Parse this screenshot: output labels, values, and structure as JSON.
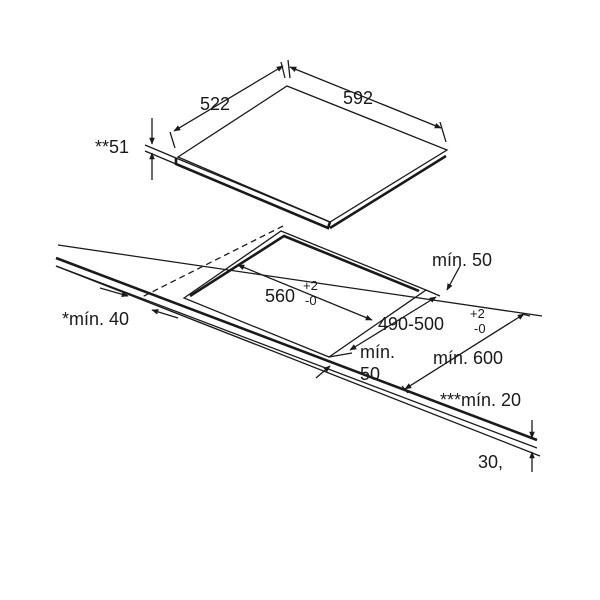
{
  "dimensions": {
    "hob_depth": "522",
    "hob_width": "592",
    "hob_height": "**51",
    "cutout_width": "560",
    "cutout_width_tol_upper": "+2",
    "cutout_width_tol_lower": "-0",
    "cutout_depth": "490-500",
    "cutout_depth_tol_upper": "+2",
    "cutout_depth_tol_lower": "-0",
    "min_back": "mín. 50",
    "min_side": "*mín. 40",
    "min_front_line1": "mín.",
    "min_front_line2": "50",
    "min_worktop_depth": "mín. 600",
    "min_worktop_thickness": "***mín. 20",
    "worktop_note": "30,"
  },
  "colors": {
    "line": "#1a1a1a",
    "background": "#ffffff"
  }
}
